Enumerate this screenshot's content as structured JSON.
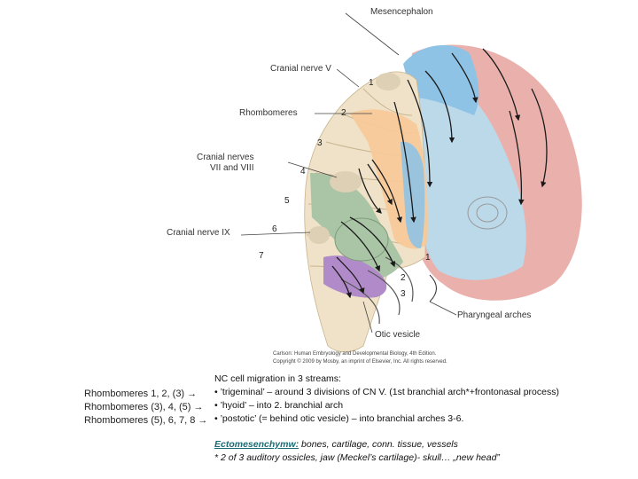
{
  "figure": {
    "labels": {
      "mesencephalon": "Mesencephalon",
      "cranial_nerve_v": "Cranial nerve V",
      "rhombomeres": "Rhombomeres",
      "cranial_nerves_vii_viii_line1": "Cranial nerves",
      "cranial_nerves_vii_viii_line2": "VII and VIII",
      "cranial_nerve_ix": "Cranial nerve IX",
      "pharyngeal_arches": "Pharyngeal arches",
      "otic_vesicle": "Otic vesicle"
    },
    "rhombomere_numbers": [
      "1",
      "2",
      "3",
      "4",
      "5",
      "6",
      "7"
    ],
    "arch_numbers": [
      "1",
      "2",
      "3"
    ],
    "credit_lines": [
      "Carlson: Human Embryology and Developmental Biology, 4th Edition.",
      "Copyright © 2009 by Mosby, an imprint of Elsevier, Inc. All rights reserved."
    ],
    "colors": {
      "mesencephalon_blue": "#8fc3e6",
      "pink": "#e9a6a6",
      "orange": "#f7c99a",
      "green": "#a9c5a5",
      "purple": "#b18bc9",
      "tan": "#efe2c8"
    }
  },
  "left_notes": [
    "Rhombomeres 1, 2, (3)  →",
    "Rhombomeres (3), 4, (5)  →",
    "Rhombomeres (5), 6, 7, 8  →"
  ],
  "right_notes": {
    "title": "NC cell migration in 3 streams:",
    "bullets": [
      "• ’trigeminal’ – around 3 divisions of CN V. (1st branchial arch*+frontonasal process)",
      "• ’hyoid’ –  into 2. branchial arch",
      "• ’postotic’ (= behind otic vesicle) – into branchial arches 3-6."
    ],
    "ecto_term": "Ectomesenchymw:",
    "ecto_rest": " bones, cartilage, conn. tissue, vessels",
    "footnote": "* 2 of 3 auditory ossicles, jaw (Meckel’s cartilage)- skull… „new head”"
  }
}
